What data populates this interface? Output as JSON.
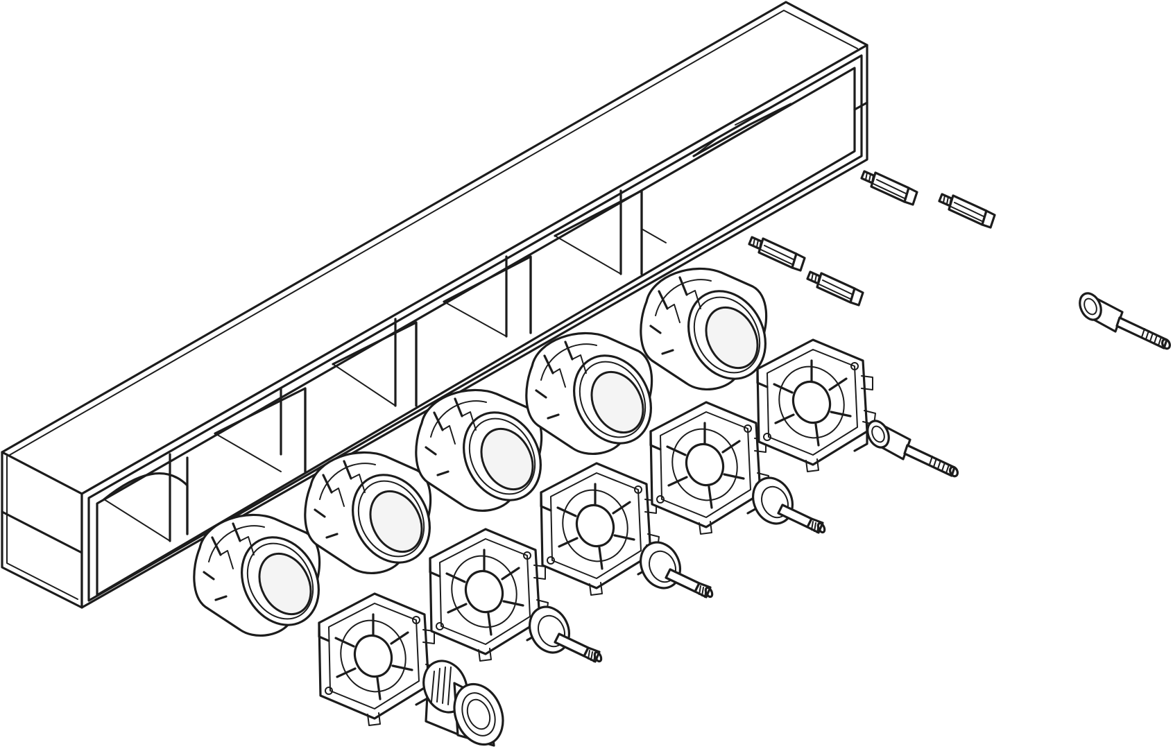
{
  "colors": {
    "ink": "#1c1c1c",
    "background": "#ffffff",
    "shade": "#f4f4f4"
  },
  "parts": {
    "housing": {
      "compartments": 6
    },
    "cartridge_caps": {
      "count": 6
    },
    "mounting_plates": {
      "count": 6
    },
    "spindle_adapters": {
      "count": 4
    },
    "extension_spindles": {
      "count": 2
    },
    "hex_standoffs": {
      "count": 4
    },
    "threaded_socket": {
      "count": 1
    }
  }
}
